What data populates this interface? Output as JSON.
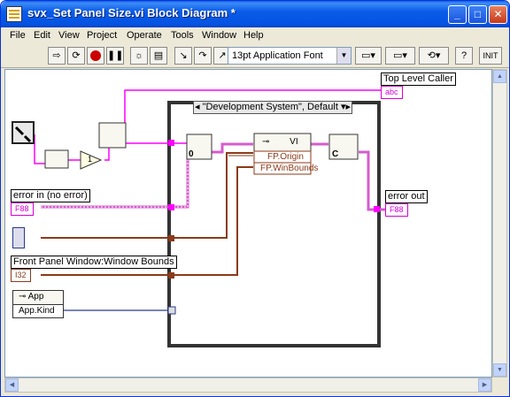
{
  "window": {
    "title": "svx_Set Panel Size.vi Block Diagram *",
    "minimize": "_",
    "maximize": "□",
    "close": "✕"
  },
  "menu": [
    "File",
    "Edit",
    "View",
    "Project",
    "Operate",
    "Tools",
    "Window",
    "Help"
  ],
  "toolbar": {
    "font": "13pt Application Font",
    "init": "INIT"
  },
  "diagram": {
    "top_level_caller": "Top Level Caller",
    "top_level_terminal": "abc",
    "case_selector": "\"Development System\", Default",
    "error_in": "error in (no error)",
    "error_in_terminal": "F88",
    "error_out": "error out",
    "error_out_terminal": "F88",
    "front_panel_bounds": "Front Panel Window:Window Bounds",
    "bounds_terminal": "I32",
    "app_node": "App",
    "app_kind": "App.Kind",
    "vi_node": "VI",
    "fp_origin": "FP.Origin",
    "fp_winbounds": "FP.WinBounds",
    "zero_label": "0",
    "c_label": "C",
    "one_label": "1"
  },
  "colors": {
    "error_wire": "#d65ccd",
    "cluster_wire": "#8b3a1a",
    "ref_wire": "#2a3a8a",
    "pink": "#ff00ff"
  }
}
